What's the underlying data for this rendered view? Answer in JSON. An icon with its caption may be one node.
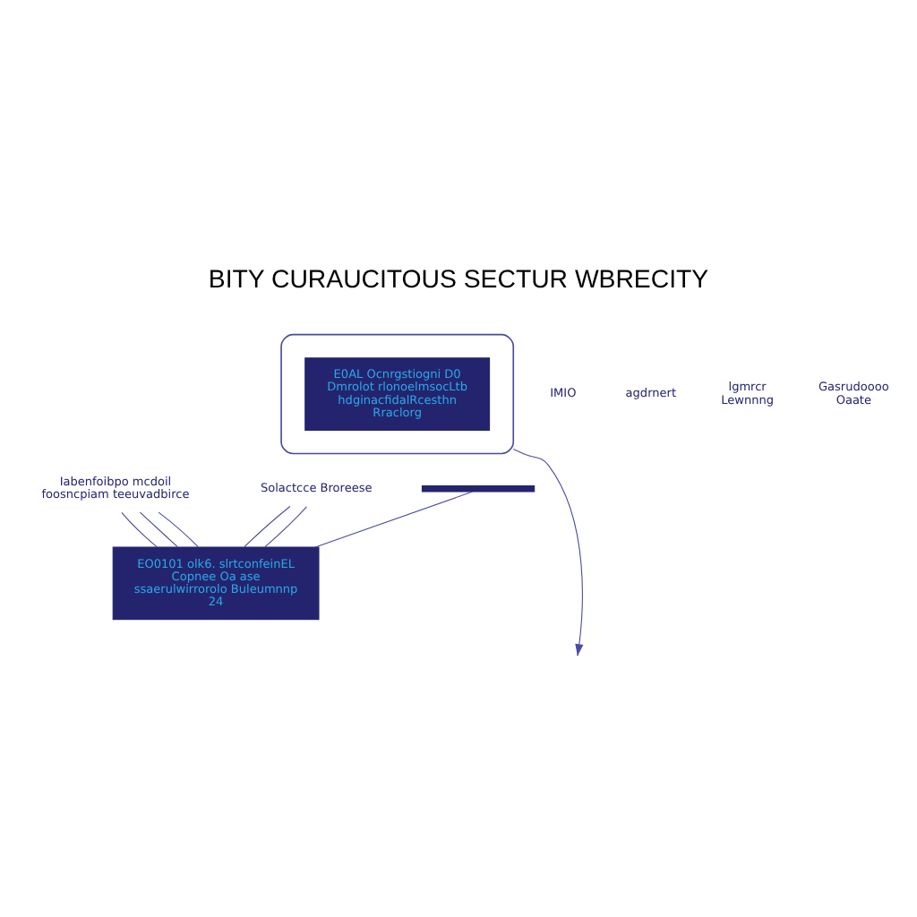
{
  "diagram": {
    "title": "BITY CURAUCITOUS SECTUR WBRECITY",
    "nodes": [
      {
        "text": [],
        "shape": "box"
      },
      {
        "text": [
          "E0AL Ocnrgstiogni D0 Dmrolot rlonoelmsocLtb hdginacfidalRcesthn Rraclorg"
        ],
        "in": 0
      },
      {
        "text": [
          "Iabenfoibpo mcdoil foosncpiam teeuvadbirce"
        ]
      },
      {
        "text": [
          "Solactcce Broreese"
        ]
      },
      {
        "text": [],
        "shape": "bar"
      },
      {
        "text": [
          "EO0101 olk6. slrtconfeinEL Copnee Oa ase ssaerulwirrorolo Buleumnnp 24"
        ]
      }
    ],
    "edges": [
      {
        "from": 0,
        "to": null,
        "arrow": "to"
      },
      {
        "from": 5,
        "to": 2,
        "arrow": "none"
      },
      {
        "from": 5,
        "to": 2,
        "arrow": "none"
      },
      {
        "from": 5,
        "to": 2,
        "arrow": "none"
      },
      {
        "from": 5,
        "to": 4,
        "arrow": "none"
      },
      {
        "from": 5,
        "to": 3,
        "arrow": "none"
      },
      {
        "from": 5,
        "to": 3,
        "arrow": "none"
      }
    ],
    "labels": [
      "agdrnert",
      "lgmrcr Lewnnng",
      "Gasrudoooo Oaate",
      "IMIO"
    ]
  }
}
